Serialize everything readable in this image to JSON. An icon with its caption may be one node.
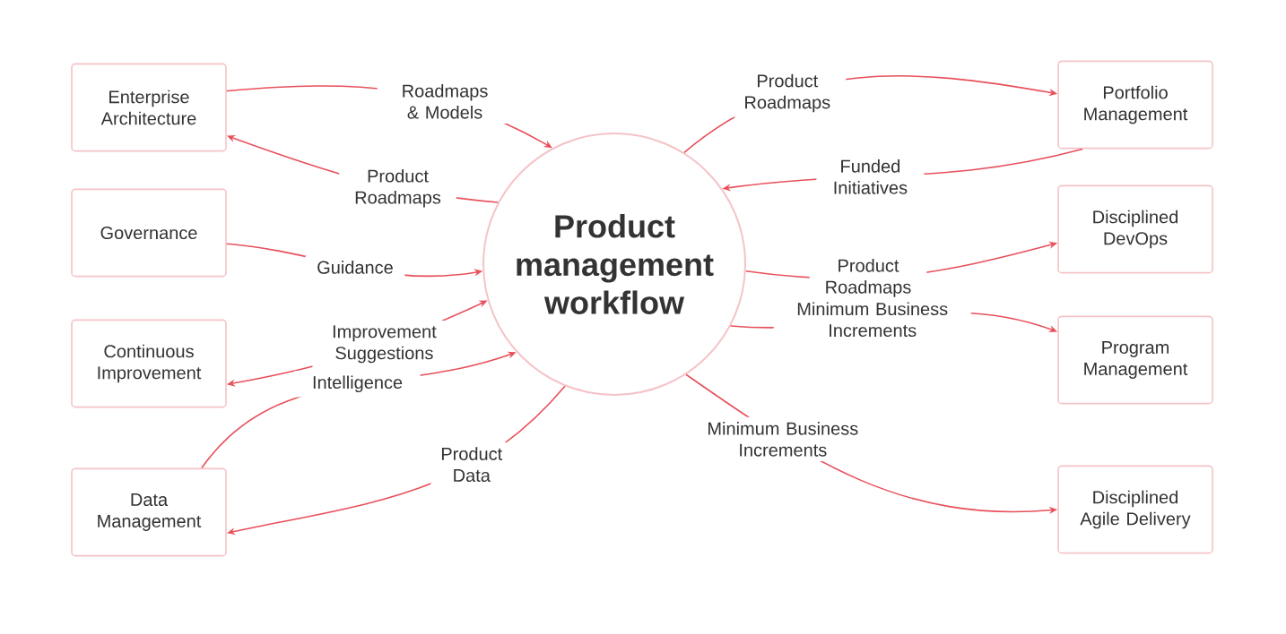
{
  "diagram": {
    "nodes": [
      {
        "text": [
          "Enterprise Architecture"
        ]
      },
      {
        "text": [
          "Governance"
        ]
      },
      {
        "text": [
          "Continuous Improvement"
        ]
      },
      {
        "text": [
          "Data Management"
        ]
      },
      {
        "text": [
          "Product management workflow"
        ]
      },
      {
        "text": [
          "Portfolio Management"
        ]
      },
      {
        "text": [
          "Disciplined DevOps"
        ]
      },
      {
        "text": [
          "Program Management"
        ]
      },
      {
        "text": [
          "Disciplined Agile Delivery"
        ]
      }
    ],
    "edges": [
      {
        "from": 0,
        "to": 4,
        "arrow": "to",
        "label": "Roadmaps & Models"
      },
      {
        "from": 4,
        "to": 0,
        "arrow": "to",
        "label": "Product Roadmaps"
      },
      {
        "from": 1,
        "to": 4,
        "arrow": "to",
        "label": "Guidance"
      },
      {
        "from": 4,
        "to": 2,
        "arrow": "both",
        "label": "Improvement Suggestions"
      },
      {
        "from": 3,
        "to": 4,
        "arrow": "to",
        "label": "Intelligence"
      },
      {
        "from": 4,
        "to": 3,
        "arrow": "to",
        "label": "Product Data"
      },
      {
        "from": 4,
        "to": 5,
        "arrow": "to",
        "label": "Product Roadmaps"
      },
      {
        "from": 5,
        "to": 4,
        "arrow": "to",
        "label": "Funded Initiatives"
      },
      {
        "from": 4,
        "to": 6,
        "arrow": "to",
        "label": "Product Roadmaps"
      },
      {
        "from": 4,
        "to": 7,
        "arrow": "to",
        "label": "Minimum Business Increments"
      },
      {
        "from": 4,
        "to": 8,
        "arrow": "to",
        "label": "Minimum Business Increments"
      }
    ]
  }
}
